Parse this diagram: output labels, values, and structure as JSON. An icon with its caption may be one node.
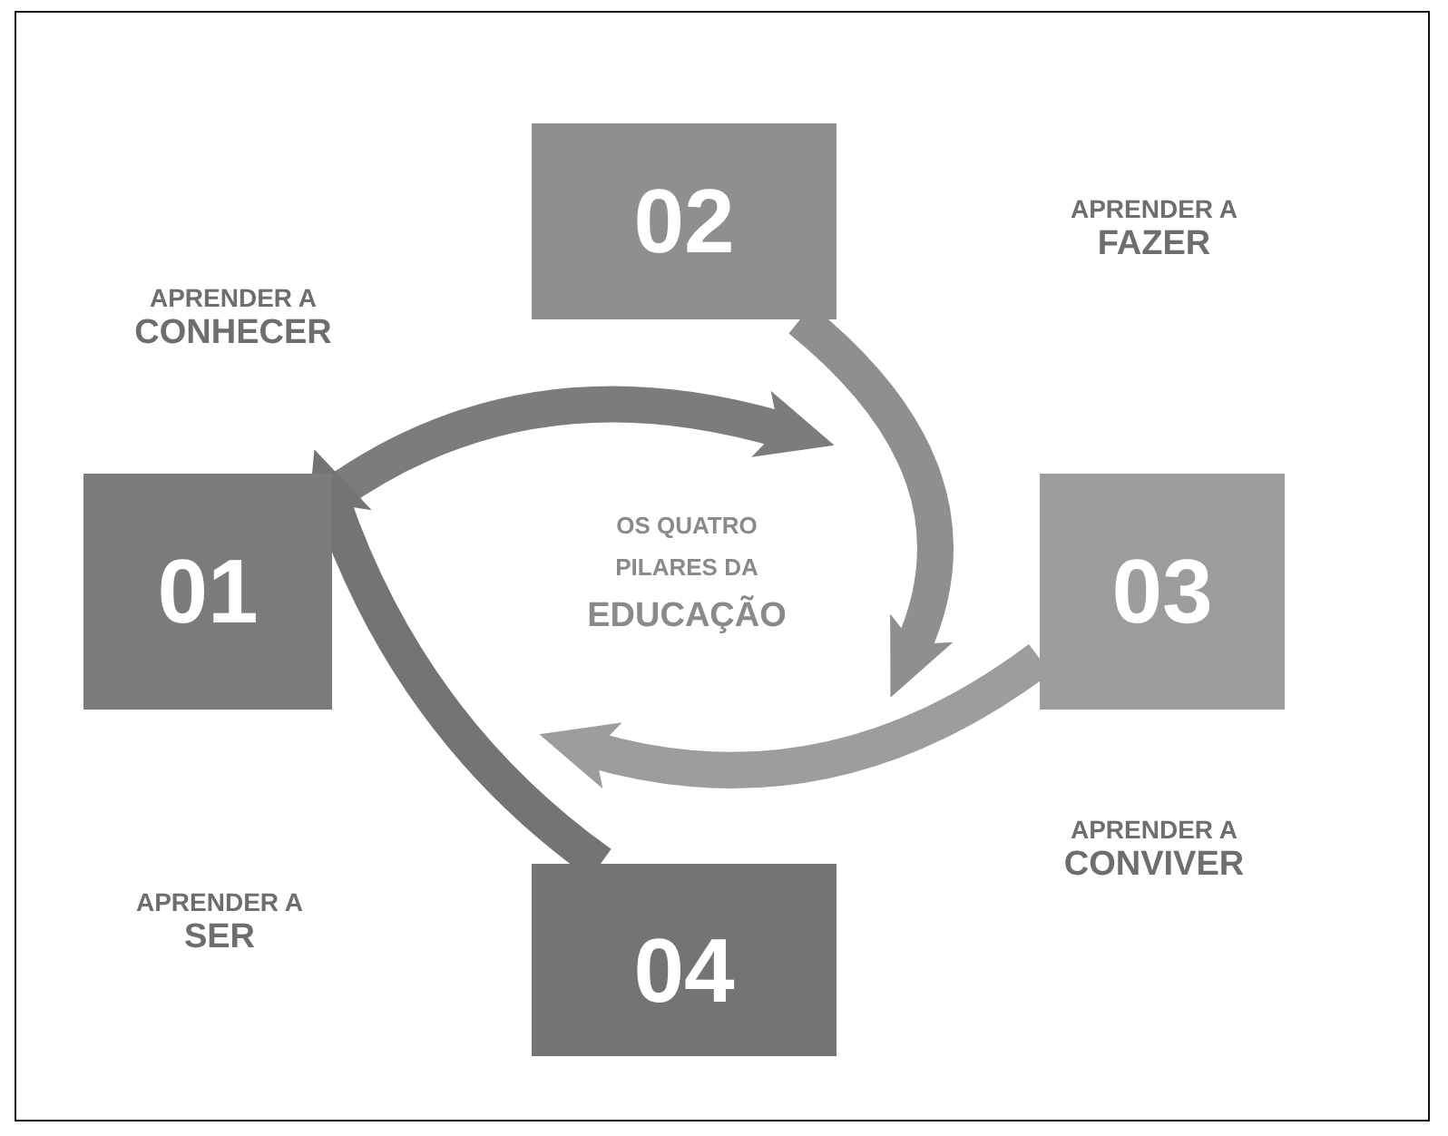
{
  "diagram": {
    "nodes": [
      {
        "text": [
          "01"
        ],
        "beside": [
          "APRENDER A",
          "CONHECER"
        ]
      },
      {
        "text": [
          "02"
        ],
        "beside": [
          "APRENDER A",
          "FAZER"
        ]
      },
      {
        "text": [
          "03"
        ],
        "beside": [
          "APRENDER A",
          "CONVIVER"
        ]
      },
      {
        "text": [
          "04"
        ],
        "beside": [
          "APRENDER A",
          "SER"
        ]
      },
      {
        "text": [
          "OS QUATRO",
          "PILARES DA",
          "EDUCAÇÃO"
        ]
      }
    ],
    "edges": [
      {
        "from": 0,
        "to": 1,
        "arrow": "to"
      },
      {
        "from": 1,
        "to": 2,
        "arrow": "to"
      },
      {
        "from": 2,
        "to": 3,
        "arrow": "to"
      },
      {
        "from": 3,
        "to": 0,
        "arrow": "to"
      }
    ]
  }
}
